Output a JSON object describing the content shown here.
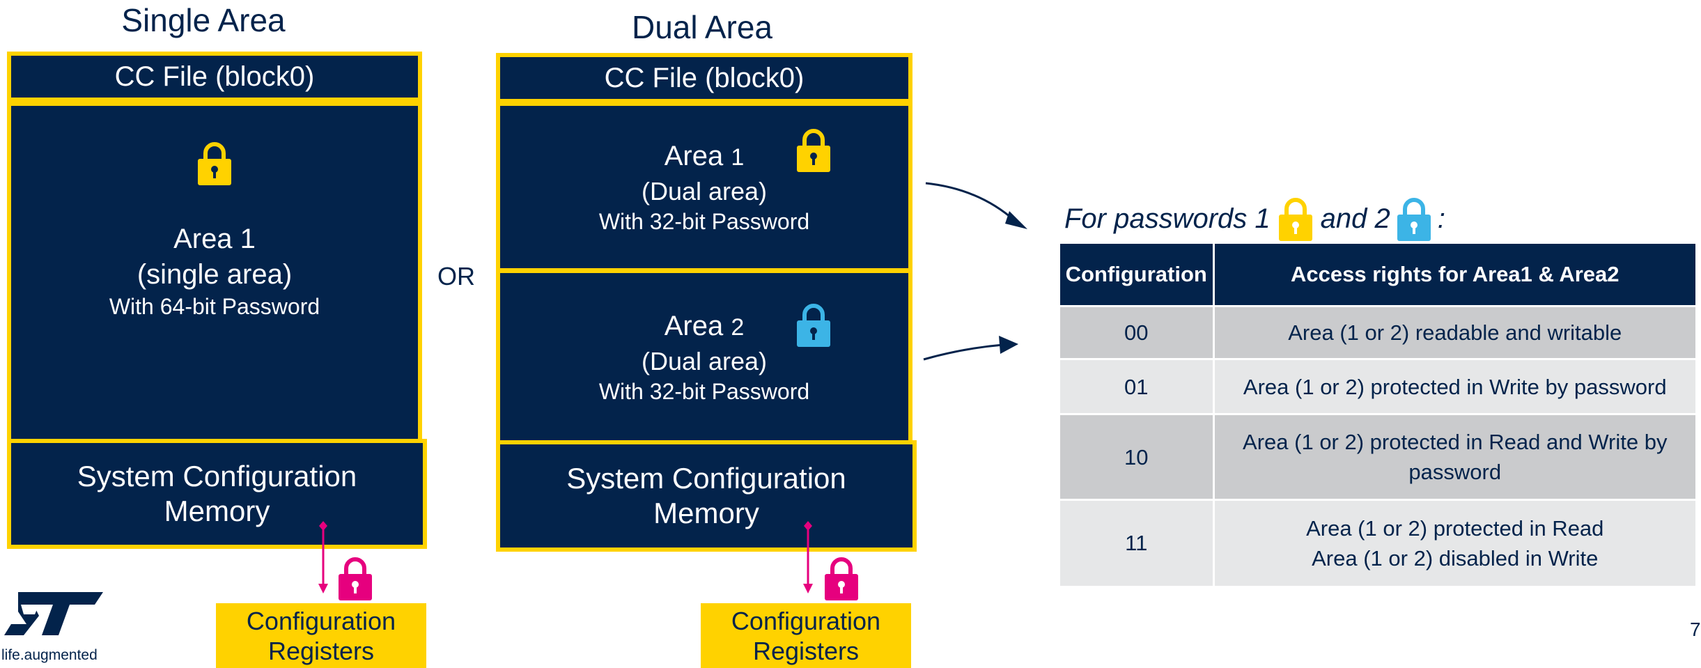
{
  "single": {
    "heading": "Single Area",
    "cc_file": "CC File (block0)",
    "area_title": "Area 1",
    "area_sub": "(single area)",
    "area_pwd": "With 64-bit Password",
    "sys_line1": "System Configuration",
    "sys_line2": "Memory",
    "cfg_line1": "Configuration",
    "cfg_line2": "Registers"
  },
  "or_label": "OR",
  "dual": {
    "heading": "Dual Area",
    "cc_file": "CC File (block0)",
    "area1_word": "Area",
    "area1_num": "1",
    "area1_sub": "(Dual area)",
    "area1_pwd": "With 32-bit Password",
    "area2_word": "Area",
    "area2_num": "2",
    "area2_sub": "(Dual area)",
    "area2_pwd": "With 32-bit Password",
    "sys_line1": "System Configuration",
    "sys_line2": "Memory",
    "cfg_line1": "Configuration",
    "cfg_line2": "Registers"
  },
  "passwords": {
    "prefix": "For passwords 1",
    "middle": "and 2",
    "suffix": ":"
  },
  "table": {
    "headers": [
      "Configuration",
      "Access rights for Area1 & Area2"
    ],
    "rows": [
      {
        "config": "00",
        "line1": "Area (1 or 2) readable and writable",
        "line2": ""
      },
      {
        "config": "01",
        "line1": "Area (1 or 2) protected in Write by password",
        "line2": ""
      },
      {
        "config": "10",
        "line1": "Area (1 or 2) protected in Read and Write by",
        "line2": "password"
      },
      {
        "config": "11",
        "line1": "Area (1 or 2) protected in Read",
        "line2": "Area (1 or 2) disabled in Write"
      }
    ]
  },
  "logo": {
    "tagline": "life.augmented"
  },
  "page_number": "7",
  "colors": {
    "navy": "#03234b",
    "yellow": "#ffd200",
    "blue_lock": "#3cb4e6",
    "magenta": "#e6007e",
    "row_dark": "#cacbcd",
    "row_light": "#e6e7e8"
  },
  "icons": [
    "yellow-lock-icon",
    "blue-lock-icon",
    "magenta-lock-icon",
    "st-logo"
  ]
}
